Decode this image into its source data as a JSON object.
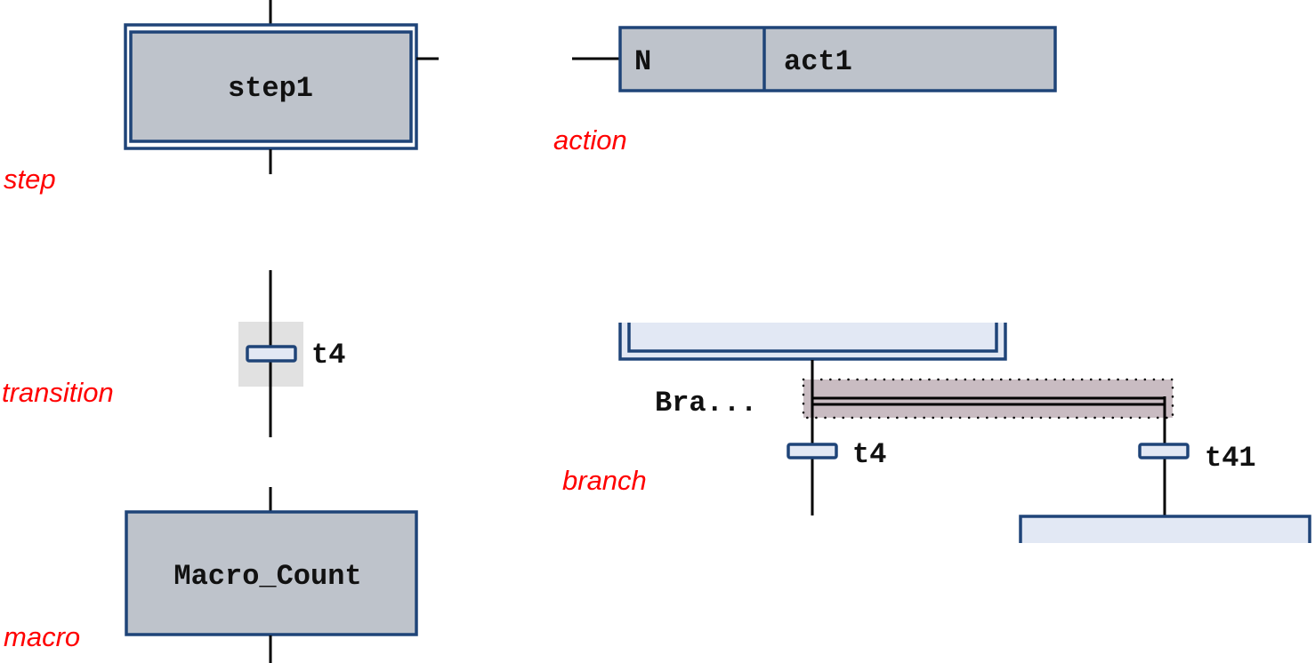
{
  "colors": {
    "label_red": "#ff0000",
    "border_blue": "#1f4478",
    "box_gray": "#bec3cb",
    "light_fill": "#e2e8f4",
    "selection_gray": "#dcdcdc",
    "branch_highlight": "#c9bcc2"
  },
  "labels": {
    "step": "step",
    "action": "action",
    "transition": "transition",
    "branch": "branch",
    "macro": "macro"
  },
  "step": {
    "name": "step1"
  },
  "action": {
    "qualifier": "N",
    "name": "act1"
  },
  "transition": {
    "name": "t4"
  },
  "branch": {
    "name": "Bra...",
    "transitions": [
      {
        "name": "t4"
      },
      {
        "name": "t41"
      }
    ]
  },
  "macro": {
    "name": "Macro_Count"
  }
}
